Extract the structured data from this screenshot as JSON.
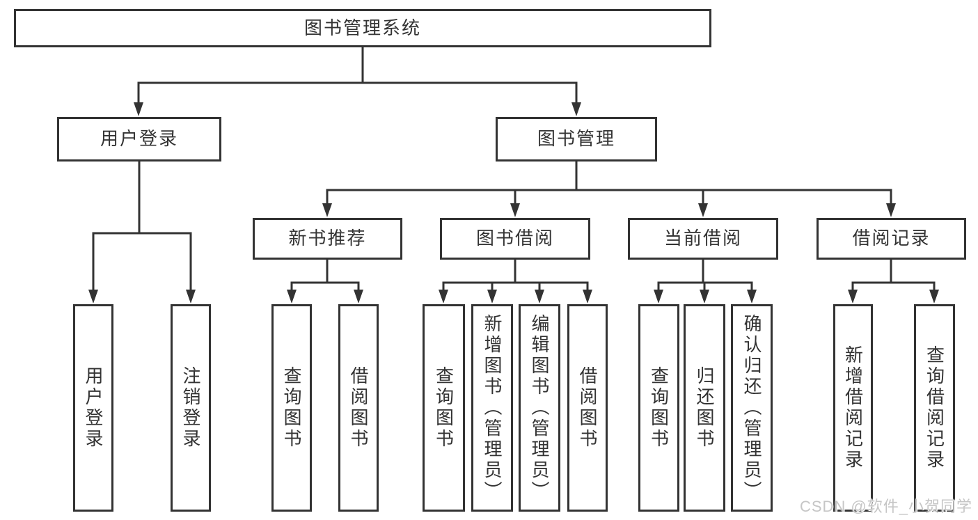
{
  "diagram_title": "图书管理系统",
  "tree": {
    "label": "图书管理系统",
    "children": [
      {
        "label": "用户登录",
        "children": [
          {
            "label": "用户登录"
          },
          {
            "label": "注销登录"
          }
        ]
      },
      {
        "label": "图书管理",
        "children": [
          {
            "label": "新书推荐",
            "children": [
              {
                "label": "查询图书"
              },
              {
                "label": "借阅图书"
              }
            ]
          },
          {
            "label": "图书借阅",
            "children": [
              {
                "label": "查询图书"
              },
              {
                "label": "新增图书（管理员）"
              },
              {
                "label": "编辑图书（管理员）"
              },
              {
                "label": "借阅图书"
              }
            ]
          },
          {
            "label": "当前借阅",
            "children": [
              {
                "label": "查询图书"
              },
              {
                "label": "归还图书"
              },
              {
                "label": "确认归还（管理员）"
              }
            ]
          },
          {
            "label": "借阅记录",
            "children": [
              {
                "label": "新增借阅记录"
              },
              {
                "label": "查询借阅记录"
              }
            ]
          }
        ]
      }
    ]
  },
  "watermark": {
    "text": "CSDN @软件_小贺同学"
  },
  "colors": {
    "line": "#333333",
    "box_border": "#333333",
    "text": "#333333",
    "background": "#ffffff",
    "watermark": "#c6c6c6"
  }
}
